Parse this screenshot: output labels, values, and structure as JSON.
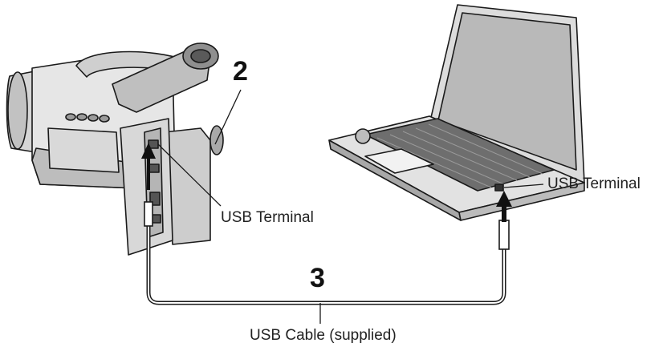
{
  "labels": {
    "step_camera": "2",
    "step_cable": "3",
    "camera_terminal": "USB Terminal",
    "laptop_terminal": "USB Terminal",
    "cable": "USB Cable (supplied)"
  },
  "colors": {
    "line": "#1a1a1a",
    "body_light": "#e4e4e4",
    "body_mid": "#c8c8c8",
    "body_dark": "#8c8c8c",
    "screen": "#b9b9b9"
  }
}
